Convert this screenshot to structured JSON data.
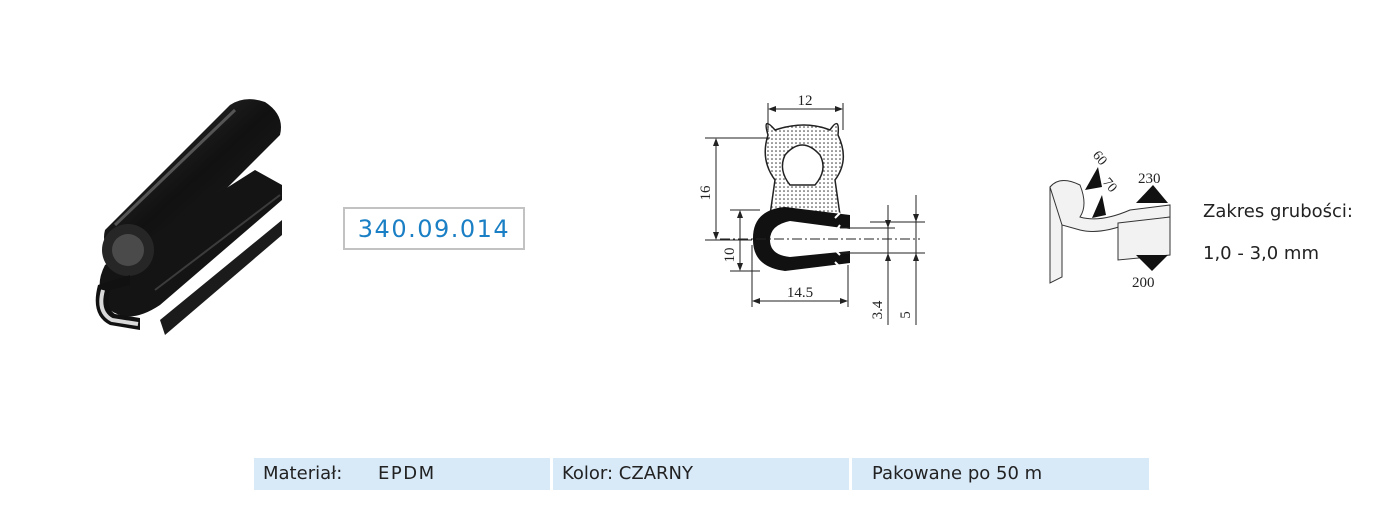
{
  "product": {
    "code": "340.09.014"
  },
  "drawing": {
    "dim_width_top": "12",
    "dim_height": "16",
    "dim_clip_height": "10",
    "dim_clip_width": "14.5",
    "dim_small_1": "3.4",
    "dim_small_2": "5"
  },
  "bend_diagram": {
    "angle_1": "60",
    "angle_2": "70",
    "force_top": "230",
    "force_bottom": "200"
  },
  "thickness": {
    "label": "Zakres grubości:",
    "value": "1,0 - 3,0 mm"
  },
  "spec_table": {
    "material_label": "Materiał:",
    "material_value": "EPDM",
    "color": "Kolor: CZARNY",
    "packaging": "Pakowane po 50 m"
  },
  "colors": {
    "code_text": "#1a7fc4",
    "table_bg": "#d8e9f8",
    "box_border": "#c2c2c2"
  }
}
